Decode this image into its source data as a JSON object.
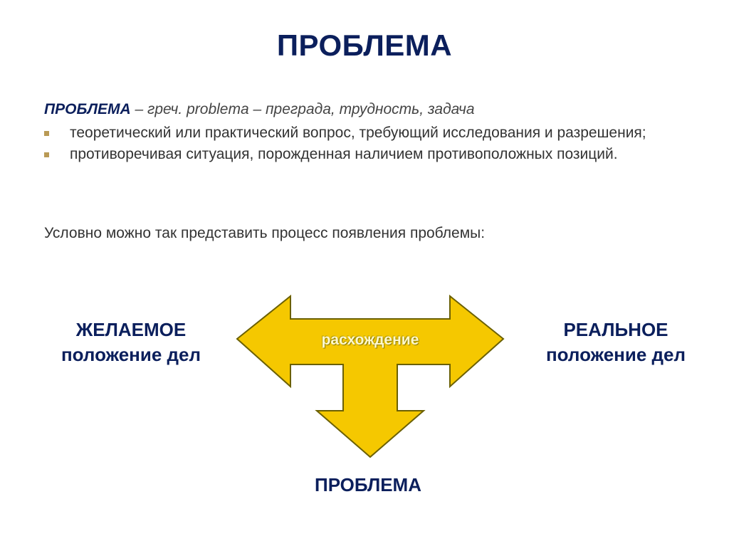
{
  "slide": {
    "title": "ПРОБЛЕМА",
    "definition": {
      "term": "ПРОБЛЕМА",
      "text": " – греч. problema – преграда, трудность, задача"
    },
    "bullets": [
      "теоретический или практический вопрос, требующий исследования и разрешения;",
      "противоречивая ситуация, порожденная наличием противоположных позиций."
    ],
    "intro": "Условно можно так представить процесс появления проблемы:"
  },
  "diagram": {
    "left_label": {
      "line1": "ЖЕЛАЕМОЕ",
      "line2": "положение дел"
    },
    "right_label": {
      "line1": "РЕАЛЬНОЕ",
      "line2": "положение дел"
    },
    "arrow_caption": "расхождение",
    "bottom_label": "ПРОБЛЕМА",
    "colors": {
      "arrow_fill": "#f5c800",
      "arrow_stroke": "#6b6000",
      "label_color": "#0b1f5c",
      "bullet_color": "#b99a55"
    }
  }
}
